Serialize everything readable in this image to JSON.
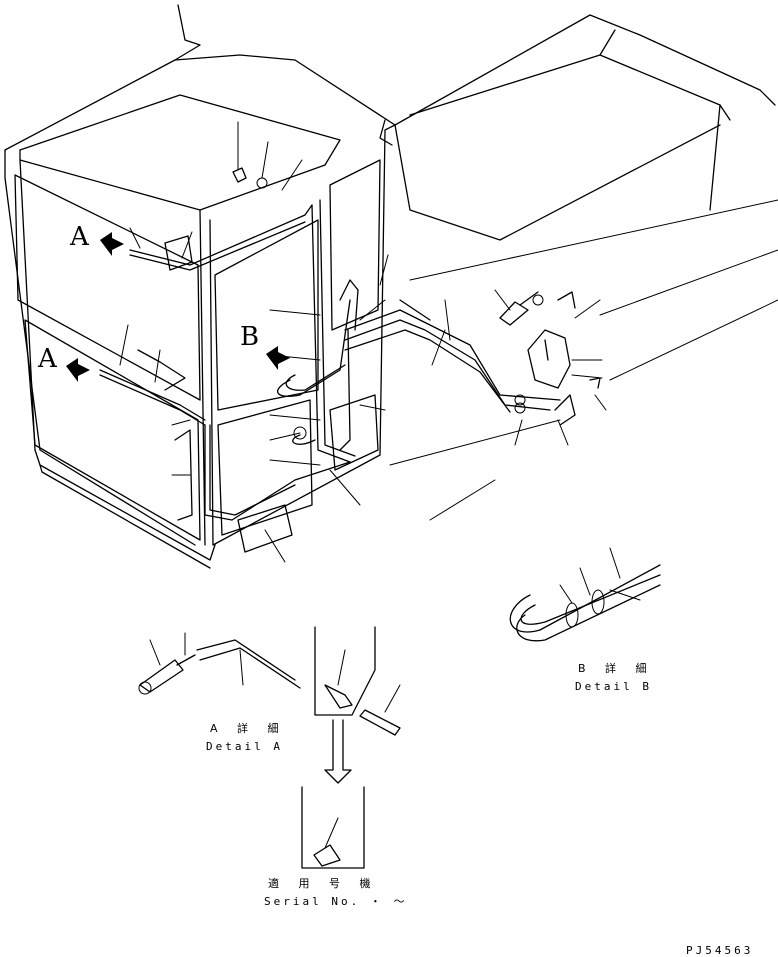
{
  "callouts": {
    "detail_a_marker_upper": "A",
    "detail_a_marker_lower": "A",
    "detail_b_marker": "B"
  },
  "detail_a": {
    "label_jp": "A 詳 細",
    "label_en": "Detail A"
  },
  "detail_b": {
    "label_jp": "B 詳 細",
    "label_en": "Detail B"
  },
  "serial": {
    "label_jp": "適 用 号 機",
    "label_en": "Serial No.  ・ 〜"
  },
  "drawing_code": "PJ54563",
  "icons": [
    "arrow-right-icon",
    "arrow-down-icon"
  ]
}
